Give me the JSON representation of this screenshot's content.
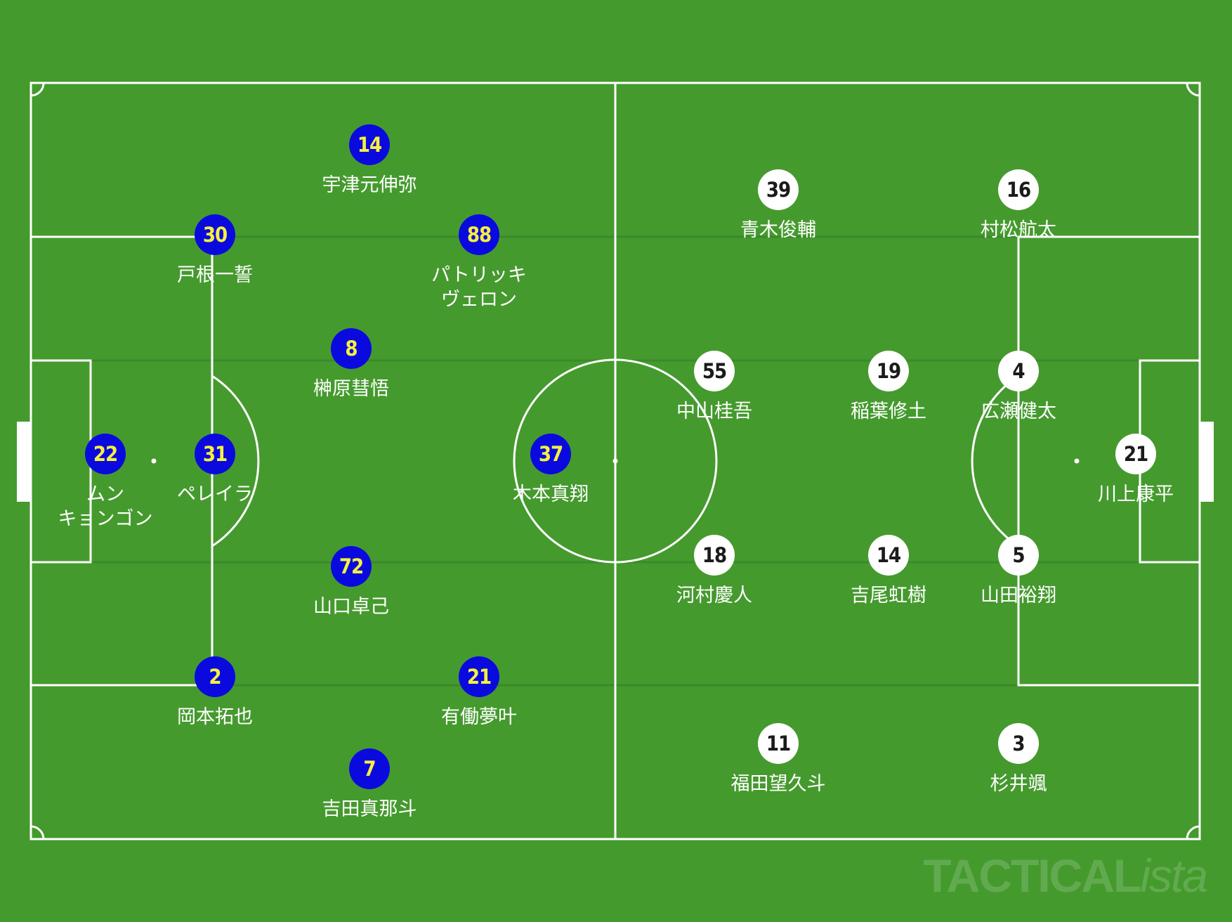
{
  "brand": {
    "name": "TACTICAL",
    "suffix": "ista"
  },
  "colors": {
    "pitch": "#459a2e",
    "lines": "#ffffff",
    "home_disc": "#0a0adf",
    "home_number": "#f7ef3f",
    "away_disc": "#ffffff",
    "away_number": "#1b1b1b"
  },
  "home": {
    "players": [
      {
        "number": "22",
        "name": "ムン\nキョンゴン"
      },
      {
        "number": "31",
        "name": "ペレイラ"
      },
      {
        "number": "30",
        "name": "戸根一誓"
      },
      {
        "number": "2",
        "name": "岡本拓也"
      },
      {
        "number": "8",
        "name": "榊原彗悟"
      },
      {
        "number": "72",
        "name": "山口卓己"
      },
      {
        "number": "14",
        "name": "宇津元伸弥"
      },
      {
        "number": "88",
        "name": "パトリッキ\nヴェロン"
      },
      {
        "number": "21",
        "name": "有働夢叶"
      },
      {
        "number": "7",
        "name": "吉田真那斗"
      },
      {
        "number": "37",
        "name": "木本真翔"
      }
    ]
  },
  "away": {
    "players": [
      {
        "number": "21",
        "name": "川上康平"
      },
      {
        "number": "4",
        "name": "広瀬健太"
      },
      {
        "number": "5",
        "name": "山田裕翔"
      },
      {
        "number": "16",
        "name": "村松航太"
      },
      {
        "number": "3",
        "name": "杉井颯"
      },
      {
        "number": "19",
        "name": "稲葉修土"
      },
      {
        "number": "14",
        "name": "吉尾虹樹"
      },
      {
        "number": "55",
        "name": "中山桂吾"
      },
      {
        "number": "18",
        "name": "河村慶人"
      },
      {
        "number": "39",
        "name": "青木俊輔"
      },
      {
        "number": "11",
        "name": "福田望久斗"
      }
    ]
  }
}
